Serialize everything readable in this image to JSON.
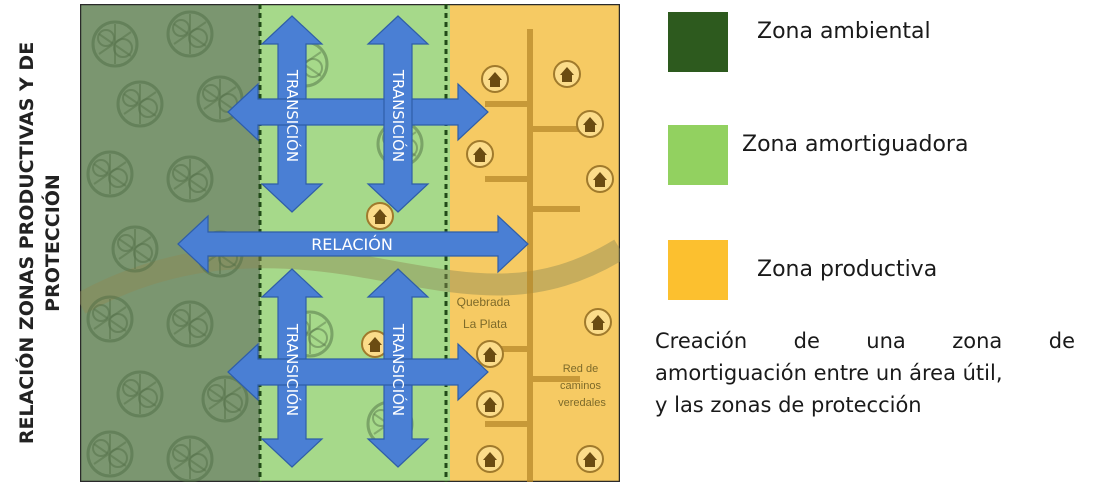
{
  "side_title": {
    "line1": "RELACIÓN ZONAS PRODUCTIVAS Y DE",
    "line2": "PROTECCIÓN"
  },
  "diagram": {
    "arrows": {
      "transition_labels": [
        "TRANSICIÓN",
        "TRANSICIÓN",
        "TRANSICIÓN",
        "TRANSICIÓN"
      ],
      "relation_label": "RELACIÓN"
    },
    "map_labels": {
      "stream": [
        "Quebrada",
        "La Plata"
      ],
      "paths": [
        "Red de",
        "caminos",
        "veredales"
      ]
    },
    "colors": {
      "ambiental": "#7b9670",
      "amortiguadora": "#a6d98a",
      "productiva": "#f6ca63",
      "arrow": "#4a7fd4"
    }
  },
  "legend": [
    {
      "label": "Zona ambiental",
      "color": "#2d5a1e"
    },
    {
      "label": "Zona amortiguadora",
      "color": "#92d160"
    },
    {
      "label": "Zona productiva",
      "color": "#fcc02f"
    }
  ],
  "caption": {
    "line1": "Creación de una zona de",
    "line2": "amortiguación entre un área útil,",
    "line3": "y las zonas de protección"
  }
}
